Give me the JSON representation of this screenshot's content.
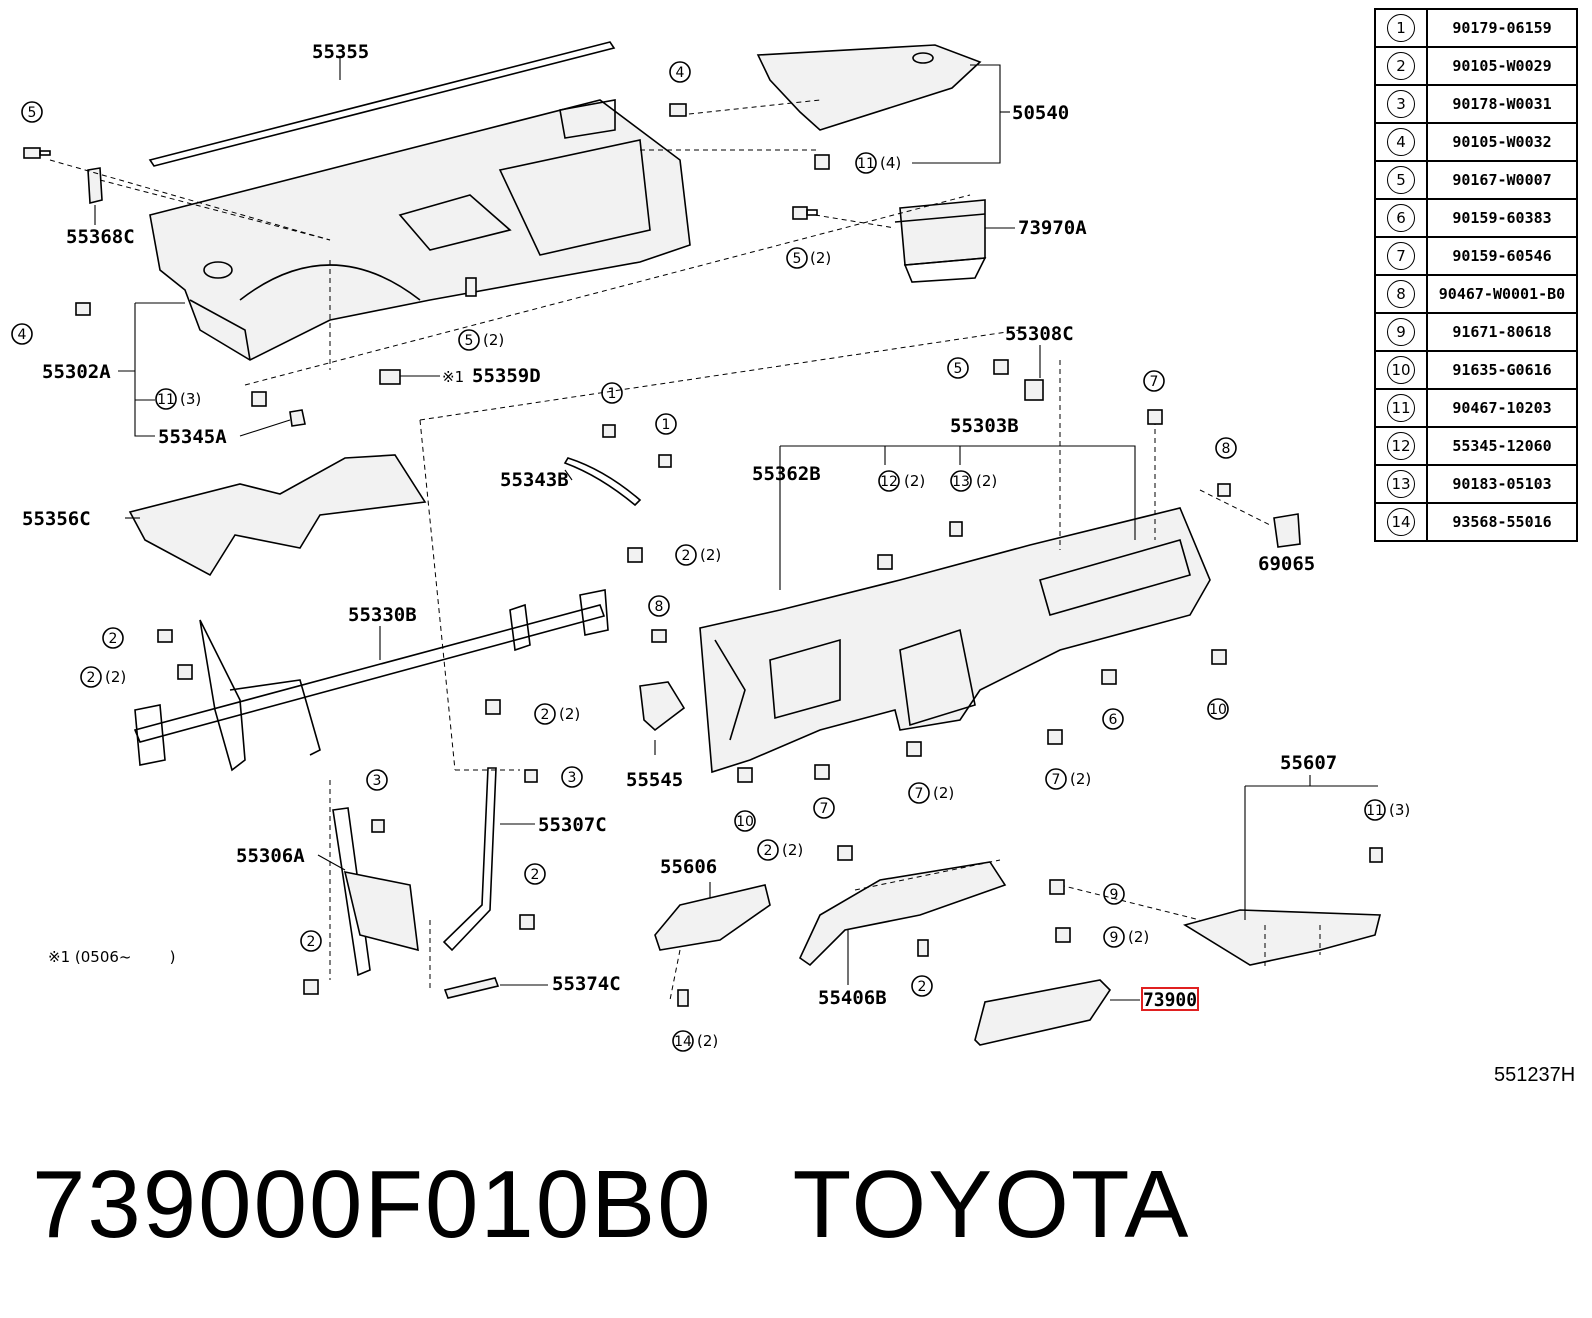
{
  "labels": {
    "p55355": "55355",
    "p50540": "50540",
    "p55368C": "55368C",
    "p73970A": "73970A",
    "p55302A": "55302A",
    "p55359D": "55359D",
    "p55359D_note": "※1",
    "p55308C": "55308C",
    "p55345A": "55345A",
    "p55303B": "55303B",
    "p55343B": "55343B",
    "p55362B": "55362B",
    "p55356C": "55356C",
    "p69065": "69065",
    "p55330B": "55330B",
    "p55545": "55545",
    "p55607": "55607",
    "p55307C": "55307C",
    "p55306A": "55306A",
    "p55606": "55606",
    "p55374C": "55374C",
    "p55406B": "55406B",
    "p73900": "73900",
    "note1": "※1 (0506~        )"
  },
  "callouts": {
    "c5a": "5",
    "c4a": "4",
    "c11a": "11",
    "c11a_q": "(4)",
    "c5b": "5",
    "c5b_q": "(2)",
    "c4b": "4",
    "c5c": "5",
    "c5c_q": "(2)",
    "c11b": "11",
    "c11b_q": "(3)",
    "c5d": "5",
    "c7a": "7",
    "c1a": "1",
    "c1b": "1",
    "c12": "12",
    "c12_q": "(2)",
    "c13": "13",
    "c13_q": "(2)",
    "c8a": "8",
    "c2a": "2",
    "c2a_q": "(2)",
    "c8b": "8",
    "c2b": "2",
    "c2c": "2",
    "c2c_q": "(2)",
    "c2d": "2",
    "c2d_q": "(2)",
    "c10a": "10",
    "c6": "6",
    "c7b": "7",
    "c7b_q": "(2)",
    "c7c": "7",
    "c7c_q": "(2)",
    "c3a": "3",
    "c10b": "10",
    "c7d": "7",
    "c3b": "3",
    "c11c": "11",
    "c11c_q": "(3)",
    "c2e": "2",
    "c2e_q": "(2)",
    "c9a": "9",
    "c9b": "9",
    "c9b_q": "(2)",
    "c2f": "2",
    "c2g": "2",
    "c2h": "2",
    "c14": "14",
    "c14_q": "(2)"
  },
  "reference_table": [
    {
      "num": "1",
      "code": "90179-06159"
    },
    {
      "num": "2",
      "code": "90105-W0029"
    },
    {
      "num": "3",
      "code": "90178-W0031"
    },
    {
      "num": "4",
      "code": "90105-W0032"
    },
    {
      "num": "5",
      "code": "90167-W0007"
    },
    {
      "num": "6",
      "code": "90159-60383"
    },
    {
      "num": "7",
      "code": "90159-60546"
    },
    {
      "num": "8",
      "code": "90467-W0001-B0"
    },
    {
      "num": "9",
      "code": "91671-80618"
    },
    {
      "num": "10",
      "code": "91635-G0616"
    },
    {
      "num": "11",
      "code": "90467-10203"
    },
    {
      "num": "12",
      "code": "55345-12060"
    },
    {
      "num": "13",
      "code": "90183-05103"
    },
    {
      "num": "14",
      "code": "93568-55016"
    }
  ],
  "doc_code": "551237H",
  "footer": {
    "part_number": "739000F010B0",
    "brand": "TOYOTA"
  },
  "colors": {
    "highlight": "#e02020",
    "ink": "#000000",
    "background": "#ffffff"
  }
}
